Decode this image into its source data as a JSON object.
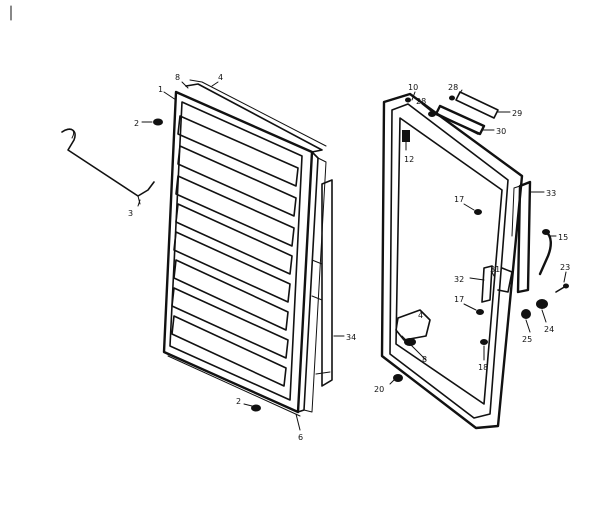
{
  "diagram": {
    "labels": {
      "l1": "1",
      "l2a": "2",
      "l2b": "2",
      "l3": "3",
      "l4": "4",
      "l6": "6",
      "l8": "8",
      "l10": "10",
      "l12": "12",
      "l15": "15",
      "l17a": "17",
      "l17b": "17",
      "l18": "18",
      "l20": "20",
      "l23": "23",
      "l24": "24",
      "l25": "25",
      "l28a": "28",
      "l28b": "28",
      "l29": "29",
      "l30": "30",
      "l31": "31",
      "l32": "32",
      "l33": "33",
      "l34": "34",
      "l4b": "4",
      "l8b": "8"
    }
  }
}
